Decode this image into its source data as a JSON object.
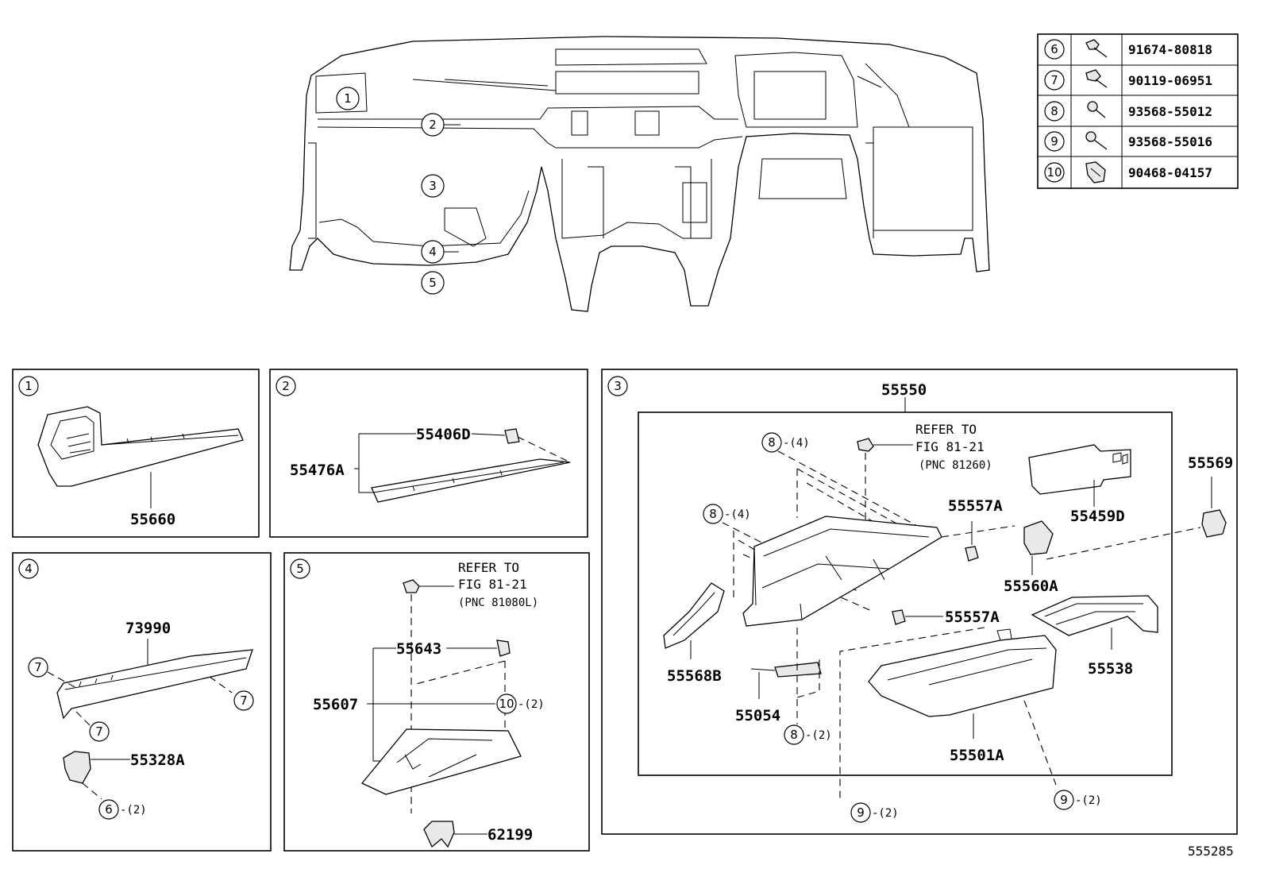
{
  "diagram_id": "555285",
  "fasteners": [
    {
      "ref": "6",
      "part_no": "91674-80818",
      "icon": "bolt-icon"
    },
    {
      "ref": "7",
      "part_no": "90119-06951",
      "icon": "bolt-icon"
    },
    {
      "ref": "8",
      "part_no": "93568-55012",
      "icon": "screw-icon"
    },
    {
      "ref": "9",
      "part_no": "93568-55016",
      "icon": "screw-icon"
    },
    {
      "ref": "10",
      "part_no": "90468-04157",
      "icon": "clip-icon"
    }
  ],
  "overview": {
    "callouts": [
      "1",
      "2",
      "3",
      "4",
      "5"
    ]
  },
  "panel1": {
    "ref": "1",
    "parts": {
      "p55660": "55660"
    }
  },
  "panel2": {
    "ref": "2",
    "parts": {
      "p55406d": "55406D",
      "p55476a": "55476A"
    }
  },
  "panel3": {
    "ref": "3",
    "parts": {
      "p55550": "55550",
      "p55569": "55569",
      "p55557a_1": "55557A",
      "p55557a_2": "55557A",
      "p55459d": "55459D",
      "p55560a": "55560A",
      "p55568b": "55568B",
      "p55054": "55054",
      "p55538": "55538",
      "p55501a": "55501A"
    },
    "refer": {
      "line1": "REFER TO",
      "line2": "FIG 81-21",
      "line3": "(PNC 81260)"
    },
    "qty": {
      "q8a": "-(4)",
      "q8b": "-(4)",
      "q8c": "-(2)",
      "q9a": "-(2)",
      "q9b": "-(2)"
    },
    "fastener_refs": {
      "r8a": "8",
      "r8b": "8",
      "r8c": "8",
      "r9a": "9",
      "r9b": "9"
    }
  },
  "panel4": {
    "ref": "4",
    "parts": {
      "p73990": "73990",
      "p55328a": "55328A"
    },
    "qty": {
      "q6": "-(2)"
    },
    "fastener_refs": {
      "r7a": "7",
      "r7b": "7",
      "r7c": "7",
      "r6": "6"
    }
  },
  "panel5": {
    "ref": "5",
    "parts": {
      "p55643": "55643",
      "p55607": "55607",
      "p62199": "62199"
    },
    "refer": {
      "line1": "REFER TO",
      "line2": "FIG 81-21",
      "line3": "(PNC 81080L)"
    },
    "qty": {
      "q10": "-(2)"
    },
    "fastener_refs": {
      "r10": "10"
    }
  }
}
